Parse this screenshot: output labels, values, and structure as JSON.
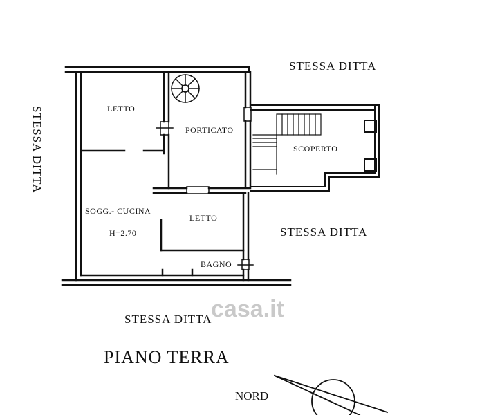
{
  "plan": {
    "title": "PIANO TERRA",
    "north_label": "NORD",
    "watermark": "casa.it",
    "rooms": {
      "letto_1": "LETTO",
      "porticato": "PORTICATO",
      "scoperto": "SCOPERTO",
      "soggiorno": "SOGG.- CUCINA",
      "height": "H=2.70",
      "letto_2": "LETTO",
      "bagno": "BAGNO"
    },
    "neighbors": {
      "top_right": "STESSA DITTA",
      "left": "STESSA DITTA",
      "right": "STESSA DITTA",
      "bottom": "STESSA DITTA"
    },
    "colors": {
      "ink": "#111111",
      "watermark": "#c9c9c9"
    }
  }
}
